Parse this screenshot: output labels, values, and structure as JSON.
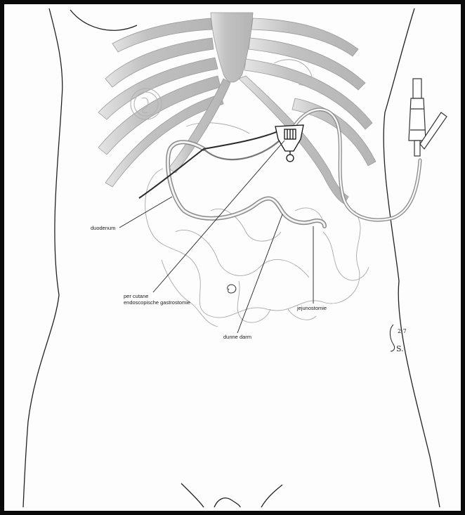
{
  "labels": {
    "duodenum": "duodenum",
    "peg_line1": "per cutane",
    "peg_line2": "endoscopische gastrostomie",
    "dunne_darm": "dunne darm",
    "jejunostomie": "jejunostomie"
  },
  "signature": "S.",
  "signature_sup": "2·7",
  "colors": {
    "frame": "#0a0a0a",
    "ribs": "#b8b8b8",
    "tube": "#8a8a8a",
    "outline": "#222222"
  }
}
